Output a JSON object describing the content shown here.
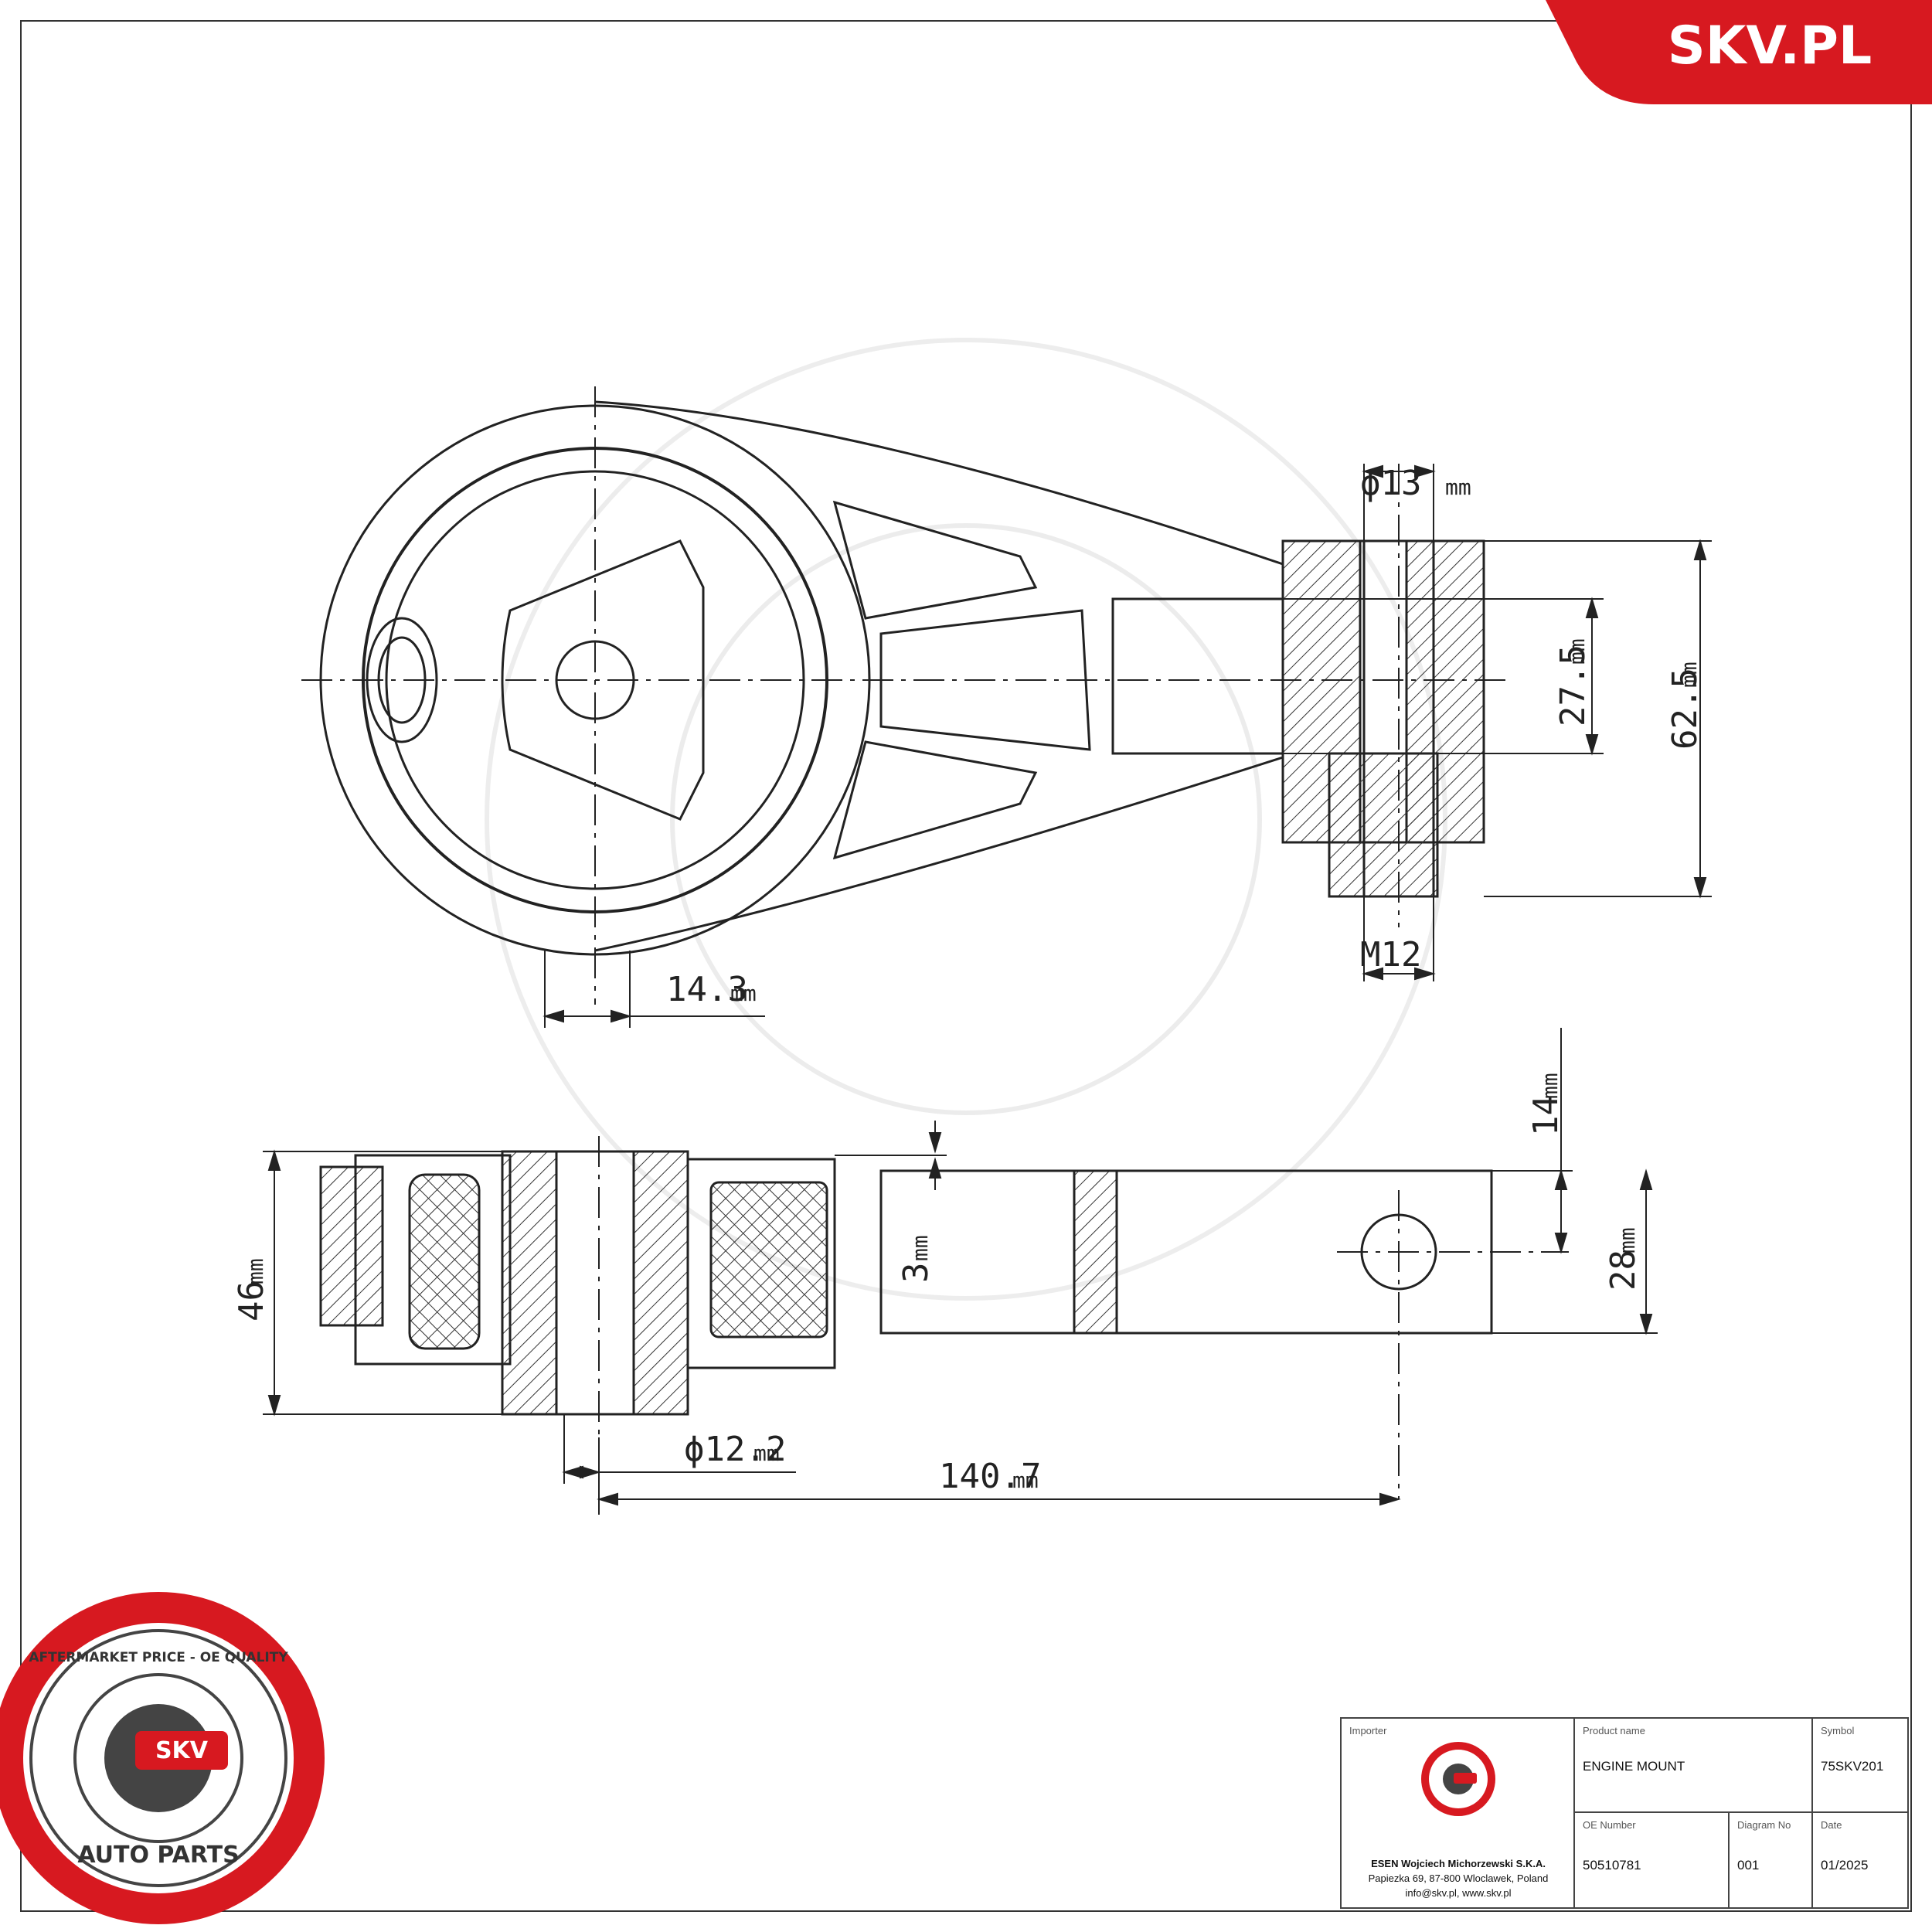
{
  "brand": {
    "name": "SKV.PL",
    "accent_color": "#d71920",
    "seal_ring_text": "AFTERMARKET PRICE - OE QUALITY",
    "seal_center": "SKV",
    "seal_bottom_text": "AUTO PARTS"
  },
  "dimensions": {
    "bolt_diameter": "ϕ13",
    "bolt_diameter_unit": "mm",
    "inner_height": "27.5",
    "inner_height_unit": "mm",
    "total_height": "62.5",
    "total_height_unit": "mm",
    "thread": "M12",
    "offset": "14.3",
    "offset_unit": "mm",
    "top_gap": "14",
    "top_gap_unit": "mm",
    "thickness": "46",
    "thickness_unit": "mm",
    "flange": "3",
    "flange_unit": "mm",
    "arm_thickness": "28",
    "arm_thickness_unit": "mm",
    "bore_diameter": "ϕ12.2",
    "bore_diameter_unit": "mm",
    "length": "140.7",
    "length_unit": "mm"
  },
  "title_block": {
    "importer_label": "Importer",
    "product_name_label": "Product name",
    "product_name": "ENGINE MOUNT",
    "symbol_label": "Symbol",
    "symbol": "75SKV201",
    "oe_label": "OE Number",
    "oe_number": "50510781",
    "diagram_label": "Diagram No",
    "diagram_no": "001",
    "date_label": "Date",
    "date": "01/2025",
    "company": "ESEN Wojciech Michorzewski S.K.A.",
    "address": "Papiezka 69, 87-800 Wloclawek, Poland",
    "contact": "info@skv.pl, www.skv.pl"
  }
}
